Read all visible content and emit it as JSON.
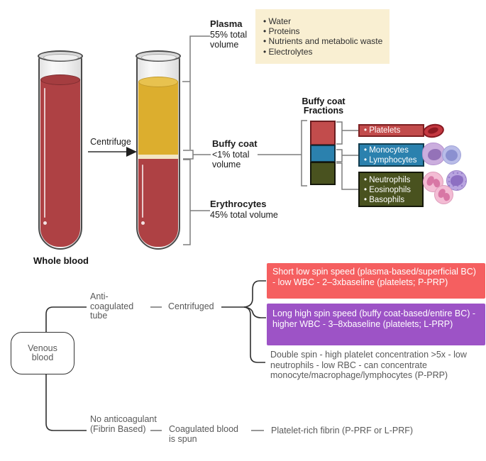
{
  "colors": {
    "plasma_yellow": "#dcae2e",
    "blood_red": "#ae4144",
    "buffy_cream": "#f3e6c3",
    "components_box_bg": "#f9efd2",
    "platelets_red": "#c24c4c",
    "monocytes_blue": "#2b81ae",
    "granulocytes_olive": "#49521f",
    "p_prp_red": "#f55f60",
    "l_prp_purple": "#9d53c6"
  },
  "top_diagram": {
    "whole_blood_label": "Whole blood",
    "centrifuge_label": "Centrifuge",
    "plasma": {
      "title": "Plasma",
      "value": "55% total volume"
    },
    "buffy_coat": {
      "title": "Buffy coat",
      "value": "<1% total volume"
    },
    "erythrocytes": {
      "title": "Erythrocytes",
      "value": "45% total volume"
    },
    "plasma_components": {
      "items": [
        "• Water",
        "• Proteins",
        "• Nutrients and metabolic waste",
        "• Electrolytes"
      ]
    },
    "buffy_fractions": {
      "title_line1": "Buffy coat",
      "title_line2": "Fractions",
      "platelets_box": {
        "line1": "• Platelets"
      },
      "monocytes_box": {
        "line1": "• Monocytes",
        "line2": "• Lymphocytes"
      },
      "granulocytes_box": {
        "line1": "• Neutrophils",
        "line2": "• Eosinophils",
        "line3": "• Basophils"
      },
      "cell_icons": [
        "red-blood-cell",
        "monocyte",
        "lymphocyte",
        "neutrophil",
        "eosinophil",
        "basophil"
      ]
    }
  },
  "flowchart": {
    "venous_node": "Venous blood",
    "anticoagulated_label": "Anti-coagulated tube",
    "centrifuged_label": "Centrifuged",
    "no_anticoagulant_label": "No anticoagulant (Fibrin Based)",
    "coagulated_label": "Coagulated blood is spun",
    "p_prp_text": "Short low spin speed (plasma-based/superficial BC) - low WBC - 2–3xbaseline (platelets; P-PRP)",
    "l_prp_text": "Long high spin speed (buffy coat-based/entire BC) - higher WBC - 3–8xbaseline (platelets; L-PRP)",
    "double_spin_text": "Double spin - high platelet concentration >5x - low neutrophils - low RBC - can concentrate monocyte/macrophage/lymphocytes (P-PRP)",
    "prf_text": "Platelet-rich fibrin (P-PRF or L-PRF)"
  }
}
